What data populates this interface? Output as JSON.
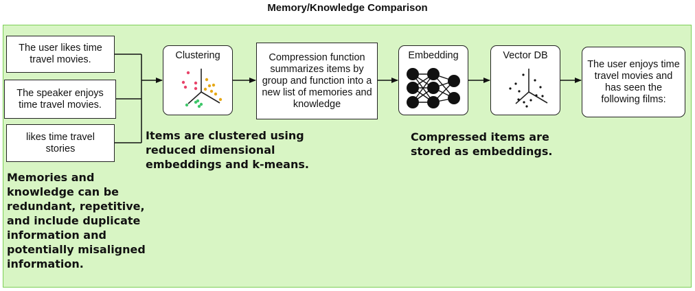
{
  "title": "Memory/Knowledge Comparison",
  "inputs": [
    "The user likes time travel movies.",
    "The speaker enjoys time travel movies.",
    "likes time travel stories"
  ],
  "steps": {
    "clustering": "Clustering",
    "compression": "Compression function summarizes items by group and function into a new list of memories and knowledge",
    "embedding": "Embedding",
    "vector_db": "Vector DB",
    "output": "The user enjoys time travel movies and has seen the following films:"
  },
  "notes": {
    "memories": "Memories and knowledge can be redundant, repetitive, and include duplicate information and potentially misaligned information.",
    "clustered": "Items are clustered using reduced dimensional embeddings and k-means.",
    "compressed": "Compressed items are stored as embeddings."
  },
  "colors": {
    "panel_bg": "#d8f5c4",
    "panel_border": "#7ccf55",
    "cluster_red": "#e8446a",
    "cluster_orange": "#e6a817",
    "cluster_green": "#3ec76a"
  }
}
